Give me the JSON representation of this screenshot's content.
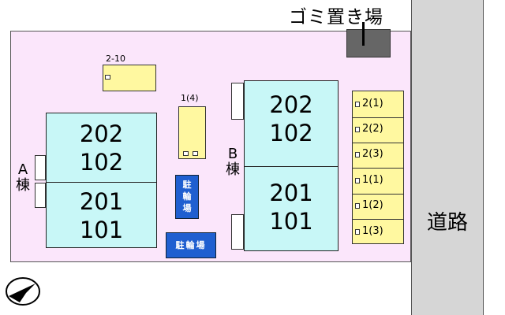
{
  "labels": {
    "garbage": "ゴミ置き場",
    "road": "道路",
    "building_a": "A\n棟",
    "building_b": "B\n棟",
    "bike_parking_vertical": "駐\n輪\n場",
    "bike_parking_horizontal": "駐輪場",
    "parking_top": "2-10",
    "parking_middle": "1(4)"
  },
  "building_a": {
    "units": [
      "202",
      "102",
      "201",
      "101"
    ]
  },
  "building_b": {
    "units": [
      "202",
      "102",
      "201",
      "101"
    ]
  },
  "parking_stalls": [
    "2(1)",
    "2(2)",
    "2(3)",
    "1(1)",
    "1(2)",
    "1(3)"
  ],
  "colors": {
    "lot": "#fbe6fb",
    "building": "#c8f7f7",
    "parking": "#fff8a0",
    "bike_parking": "#1f5fd0",
    "garbage_area": "#666666",
    "road": "#d6d6d6"
  },
  "icons": {
    "compass": "north-arrow-icon"
  }
}
